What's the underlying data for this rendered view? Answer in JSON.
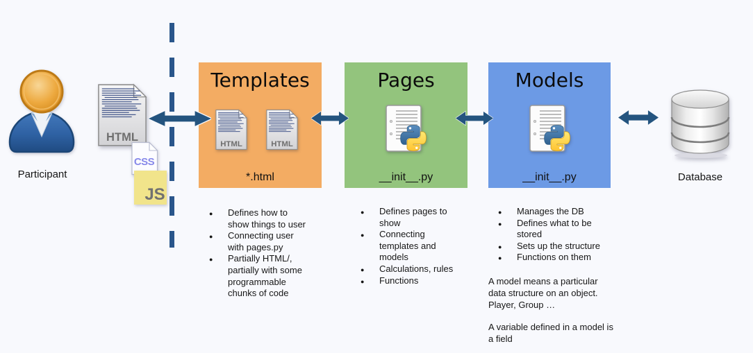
{
  "diagram": {
    "participant_label": "Participant",
    "database_label": "Database",
    "file_icons": {
      "html": "HTML",
      "css": "CSS",
      "js": "JS"
    },
    "boxes": [
      {
        "title": "Templates",
        "file_label": "*.html",
        "color": "#f3ac63",
        "bullets": [
          "Defines how to show things to user",
          "Connecting user with pages.py",
          "Partially HTML/, partially with some programmable chunks of code"
        ]
      },
      {
        "title": "Pages",
        "file_label": "__init__.py",
        "color": "#93c47d",
        "bullets": [
          "Defines pages to show",
          "Connecting templates and models",
          "Calculations, rules",
          "Functions"
        ]
      },
      {
        "title": "Models",
        "file_label": "__init__.py",
        "color": "#6c9ae5",
        "bullets": [
          "Manages the DB",
          "Defines what to be stored",
          "Sets up the structure",
          "Functions on them"
        ],
        "notes": [
          "A model means a particular data structure on an object. Player, Group …",
          "A variable defined in a model is a field"
        ]
      }
    ],
    "colors": {
      "background": "#f8f9fd",
      "arrow": "#24547f",
      "dash": "#2a568b"
    }
  }
}
